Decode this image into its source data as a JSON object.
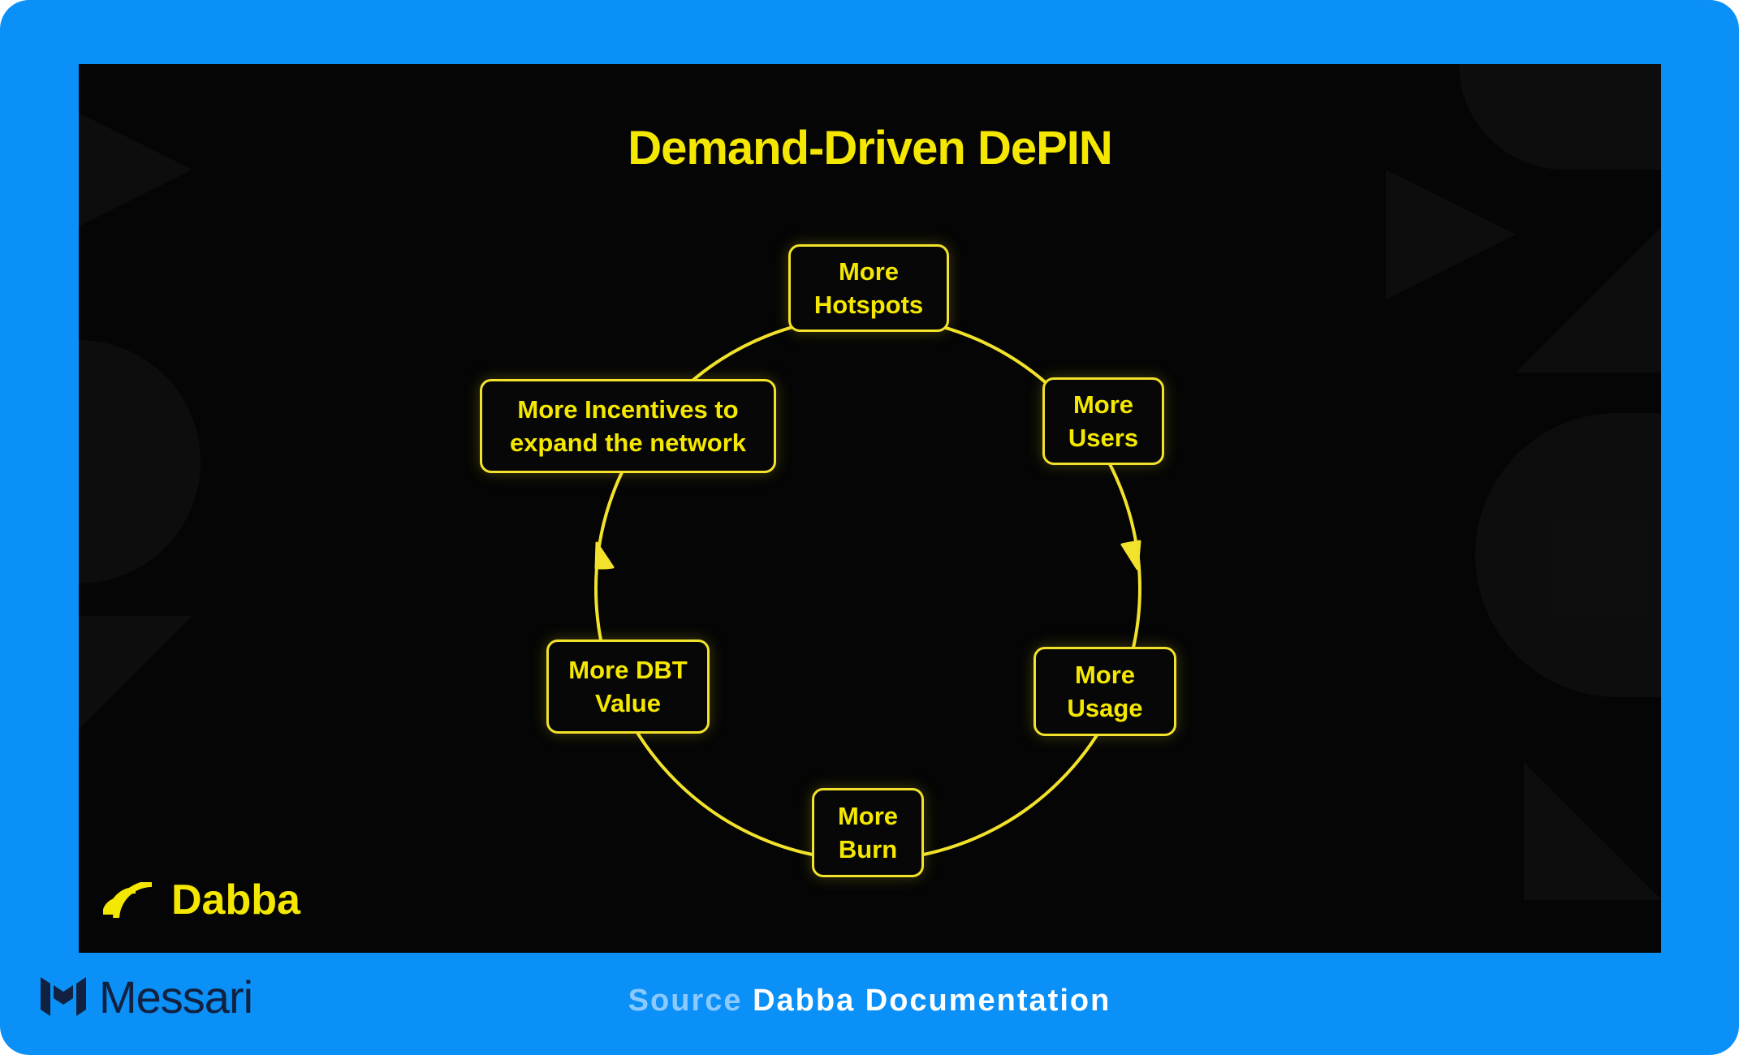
{
  "diagram": {
    "title": "Demand-Driven DePIN",
    "nodes": [
      {
        "id": "hotspots",
        "label": "More\nHotspots"
      },
      {
        "id": "users",
        "label": "More\nUsers"
      },
      {
        "id": "usage",
        "label": "More\nUsage"
      },
      {
        "id": "burn",
        "label": "More\nBurn"
      },
      {
        "id": "dbt-value",
        "label": "More DBT\nValue"
      },
      {
        "id": "incentives",
        "label": "More Incentives to\nexpand the network"
      }
    ],
    "edges": [
      {
        "from": "hotspots",
        "to": "users"
      },
      {
        "from": "users",
        "to": "usage"
      },
      {
        "from": "usage",
        "to": "burn"
      },
      {
        "from": "burn",
        "to": "dbt-value"
      },
      {
        "from": "dbt-value",
        "to": "incentives"
      },
      {
        "from": "incentives",
        "to": "hotspots"
      }
    ],
    "accent_color": "#f5e800",
    "background_color": "#050505"
  },
  "brand": {
    "logo_text": "Dabba"
  },
  "footer": {
    "publisher": "Messari",
    "source_label": "Source",
    "source_name": "Dabba Documentation",
    "frame_color": "#0a90f7"
  }
}
